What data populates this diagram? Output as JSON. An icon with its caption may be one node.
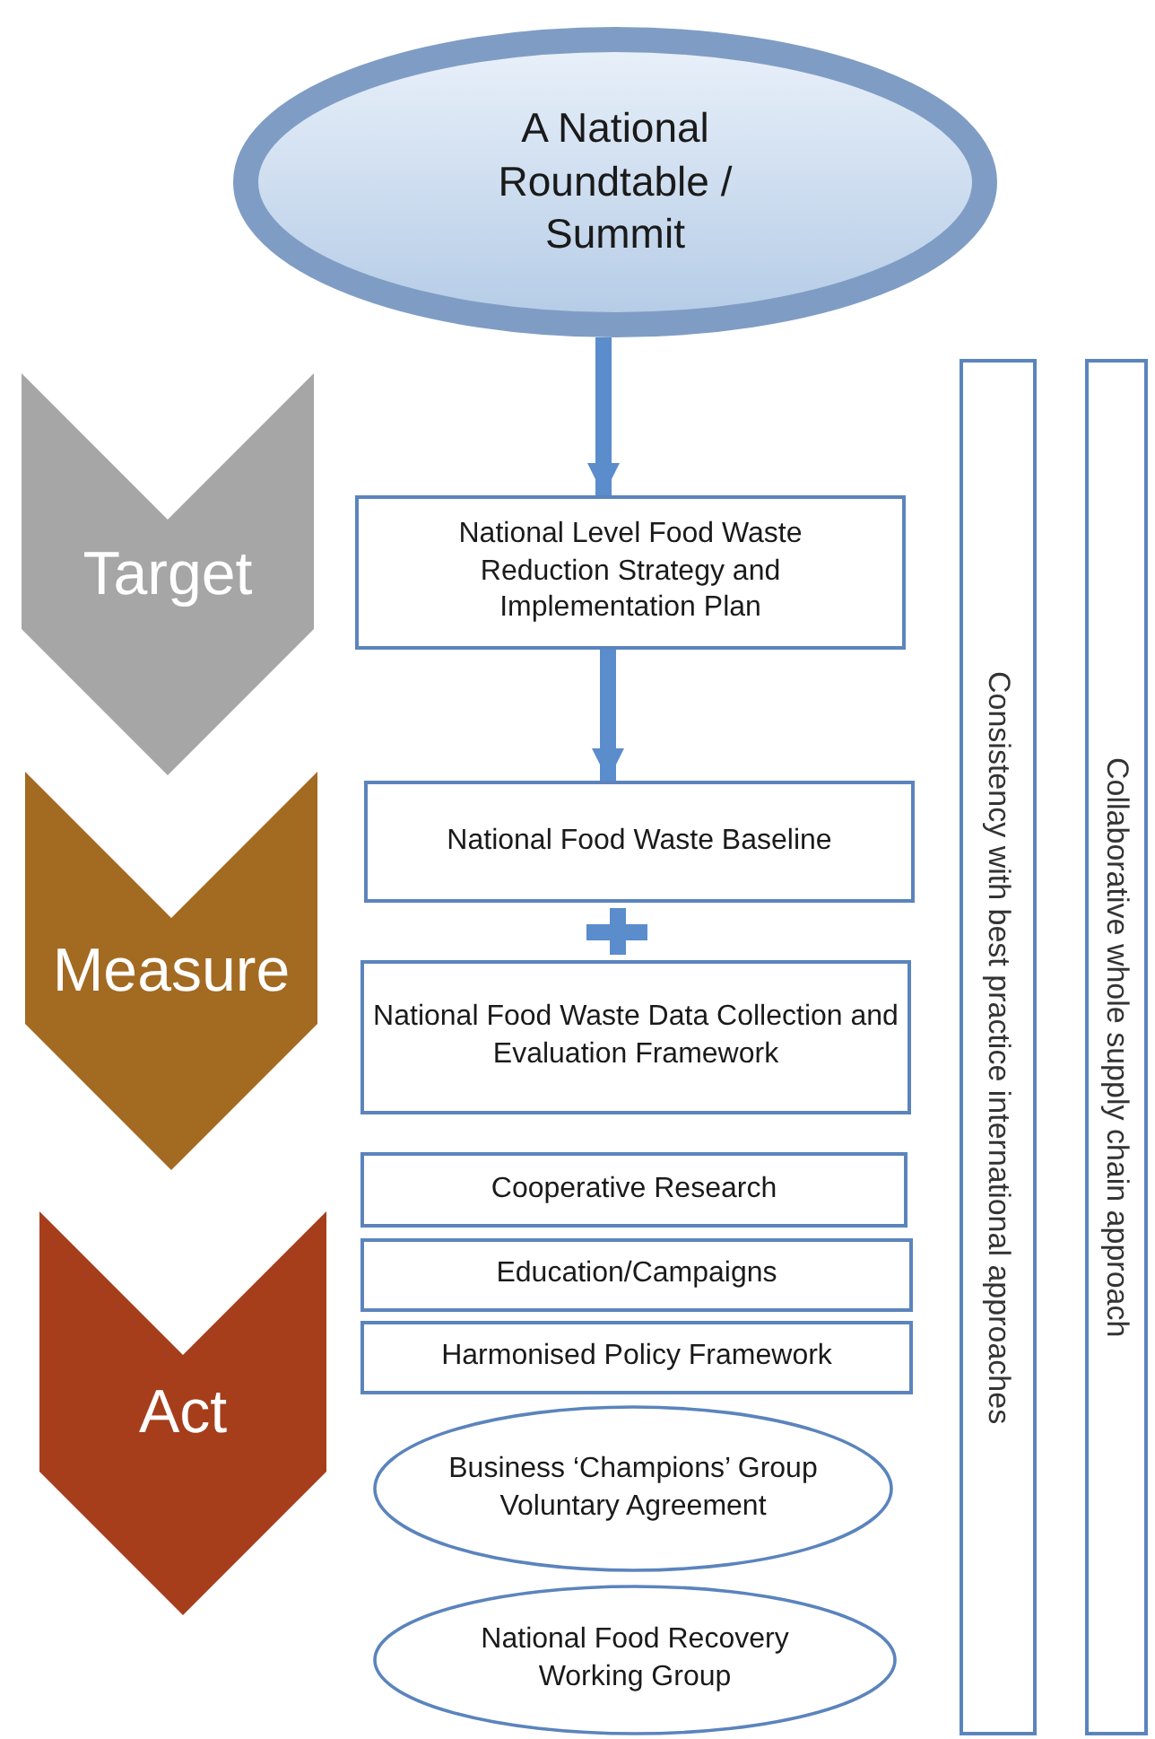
{
  "diagram": {
    "nodes": [
      {
        "text": [
          "A National Roundtable / Summit"
        ]
      },
      {
        "text": [
          "Target"
        ]
      },
      {
        "text": [
          "Measure"
        ]
      },
      {
        "text": [
          "Act"
        ]
      },
      {
        "text": [
          "National Level Food Waste Reduction Strategy and Implementation Plan"
        ]
      },
      {
        "text": [
          "National Food Waste Baseline"
        ]
      },
      {
        "text": [
          "National Food Waste Data Collection and Evaluation Framework"
        ]
      },
      {
        "text": [
          "Cooperative Research"
        ]
      },
      {
        "text": [
          "Education/Campaigns"
        ]
      },
      {
        "text": [
          "Harmonised Policy Framework"
        ]
      },
      {
        "text": [
          "Business ‘Champions’ Group Voluntary Agreement"
        ]
      },
      {
        "text": [
          "National Food Recovery Working Group"
        ]
      },
      {
        "text": [
          "Consistency with best practice international approaches"
        ]
      },
      {
        "text": [
          "Collaborative whole supply chain approach"
        ]
      }
    ],
    "edges": [
      {
        "from": 0,
        "to": 4,
        "arrow": "to"
      },
      {
        "from": 4,
        "to": 5,
        "arrow": "to"
      }
    ]
  }
}
